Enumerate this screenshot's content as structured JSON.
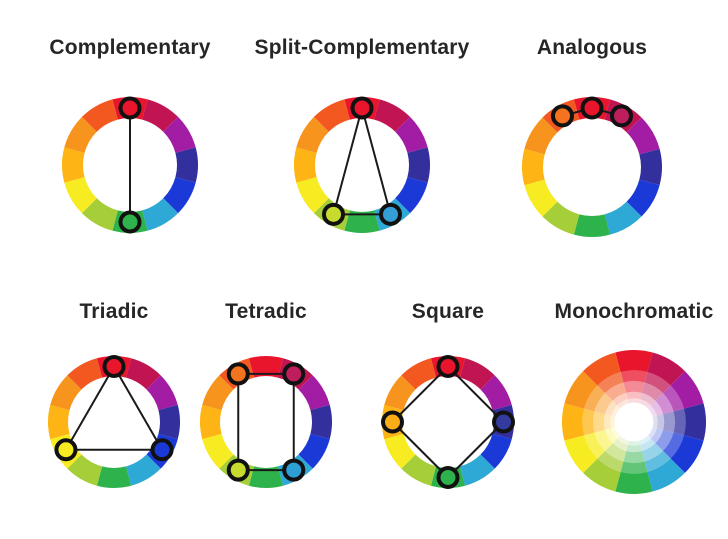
{
  "page": {
    "background_color": "#ffffff",
    "text_color": "#262626"
  },
  "palette": {
    "segment_names": [
      "red",
      "red-violet",
      "violet",
      "blue-violet",
      "blue",
      "blue-green",
      "green",
      "yellow-green",
      "yellow",
      "yellow-orange",
      "orange",
      "red-orange"
    ],
    "segment_colors": [
      "#E9152C",
      "#C11553",
      "#A21CA4",
      "#33309E",
      "#1B39D7",
      "#2EA8D5",
      "#2EB24B",
      "#A6CE39",
      "#F7EC21",
      "#FDB414",
      "#F7941E",
      "#F2581F"
    ],
    "marker_outline_color": "#111111",
    "connector_color": "#1A1A1A"
  },
  "schemes": [
    {
      "id": "complementary",
      "label": "Complementary",
      "type": "ring",
      "markers": [
        {
          "angle": 0,
          "color": "#E9152C",
          "name": "red"
        },
        {
          "angle": 180,
          "color": "#2EB24B",
          "name": "green"
        }
      ],
      "connections": [
        [
          0,
          1
        ]
      ]
    },
    {
      "id": "split-complementary",
      "label": "Split-Complementary",
      "type": "ring",
      "markers": [
        {
          "angle": 0,
          "color": "#E9152C",
          "name": "red"
        },
        {
          "angle": 150,
          "color": "#339FD6",
          "name": "blue-green"
        },
        {
          "angle": 210,
          "color": "#C7DB2E",
          "name": "yellow-green"
        }
      ],
      "connections": [
        [
          0,
          1
        ],
        [
          1,
          2
        ],
        [
          2,
          0
        ]
      ]
    },
    {
      "id": "analogous",
      "label": "Analogous",
      "type": "ring",
      "markers": [
        {
          "angle": 330,
          "color": "#F4731F",
          "name": "orange"
        },
        {
          "angle": 0,
          "color": "#E9152C",
          "name": "red"
        },
        {
          "angle": 30,
          "color": "#BE1E5B",
          "name": "red-violet"
        }
      ],
      "connections": [
        [
          0,
          1
        ],
        [
          1,
          2
        ]
      ]
    },
    {
      "id": "triadic",
      "label": "Triadic",
      "type": "ring",
      "markers": [
        {
          "angle": 0,
          "color": "#E9152C",
          "name": "red"
        },
        {
          "angle": 120,
          "color": "#1B39D7",
          "name": "blue"
        },
        {
          "angle": 240,
          "color": "#F7EC21",
          "name": "yellow"
        }
      ],
      "connections": [
        [
          0,
          1
        ],
        [
          1,
          2
        ],
        [
          2,
          0
        ]
      ]
    },
    {
      "id": "tetradic",
      "label": "Tetradic",
      "type": "ring",
      "markers": [
        {
          "angle": 330,
          "color": "#F4731F",
          "name": "orange"
        },
        {
          "angle": 30,
          "color": "#BE1E5B",
          "name": "red-violet"
        },
        {
          "angle": 150,
          "color": "#2E9FD4",
          "name": "blue-green"
        },
        {
          "angle": 210,
          "color": "#C7DB2E",
          "name": "yellow-green"
        }
      ],
      "connections": [
        [
          0,
          1
        ],
        [
          1,
          2
        ],
        [
          2,
          3
        ],
        [
          3,
          0
        ]
      ]
    },
    {
      "id": "square",
      "label": "Square",
      "type": "ring",
      "markers": [
        {
          "angle": 0,
          "color": "#E9152C",
          "name": "red"
        },
        {
          "angle": 90,
          "color": "#343B9E",
          "name": "blue-violet"
        },
        {
          "angle": 180,
          "color": "#2EB24B",
          "name": "green"
        },
        {
          "angle": 270,
          "color": "#FBAD18",
          "name": "yellow-orange"
        }
      ],
      "connections": [
        [
          0,
          1
        ],
        [
          1,
          2
        ],
        [
          2,
          3
        ],
        [
          3,
          0
        ]
      ]
    },
    {
      "id": "monochromatic",
      "label": "Monochromatic",
      "type": "mono",
      "band_radii": [
        1.0,
        0.72,
        0.57,
        0.42,
        0.27
      ],
      "tint_white_mix": [
        0,
        0.25,
        0.5,
        0.72
      ],
      "center_color": "#ffffff"
    }
  ]
}
